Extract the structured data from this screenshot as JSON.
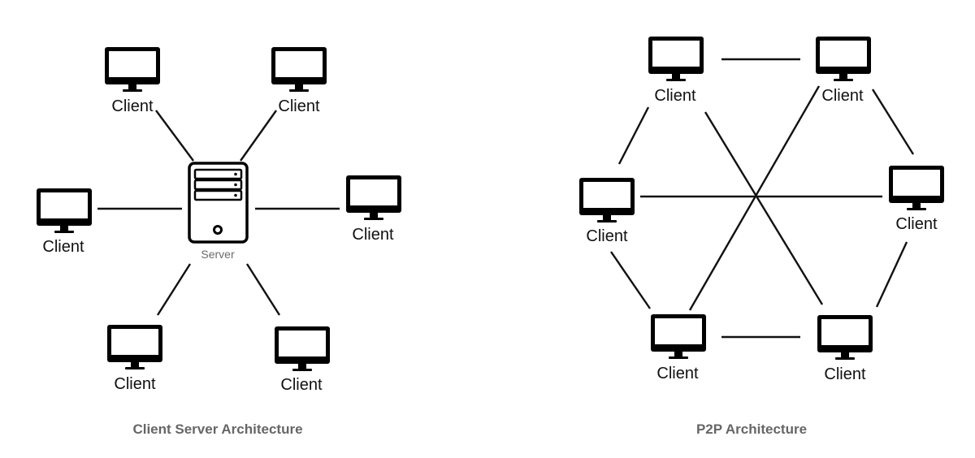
{
  "client_server": {
    "caption": "Client Server Architecture",
    "server_label": "Server",
    "client_label": "Client"
  },
  "p2p": {
    "caption": "P2P Architecture",
    "client_label": "Client"
  },
  "icons": {
    "client": "monitor-icon",
    "server": "server-tower-icon"
  },
  "colors": {
    "lines": "#111111",
    "caption": "#666666",
    "server_label": "#6b6b6b"
  }
}
